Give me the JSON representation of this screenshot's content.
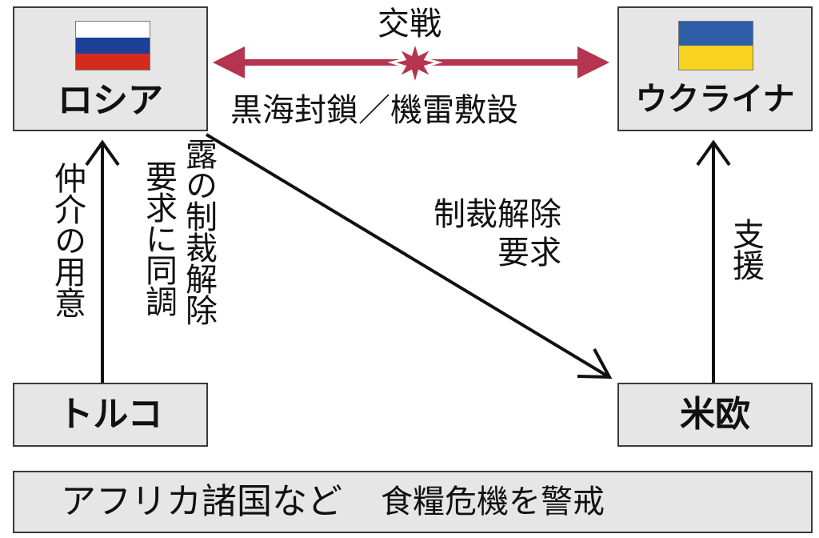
{
  "nodes": {
    "russia": {
      "label": "ロシア"
    },
    "ukraine": {
      "label": "ウクライナ"
    },
    "turkey": {
      "label": "トルコ"
    },
    "us_europe": {
      "label": "米欧"
    }
  },
  "edges": {
    "combat": {
      "label": "交戦"
    },
    "blockade": {
      "label": "黒海封鎖／機雷敷設"
    },
    "sanctions_demand": {
      "line1": "制裁解除",
      "line2": "要求"
    },
    "support": {
      "label": "支援"
    },
    "mediation": {
      "label": "仲介の用意"
    },
    "sympathy": {
      "line1": "露の制裁解除",
      "line2": "要求に同調"
    }
  },
  "footer": {
    "left": "アフリカ諸国など",
    "right": "食糧危機を警戒"
  },
  "colors": {
    "box_fill": "#e6e6e6",
    "conflict_arrow": "#b5344f",
    "russia_flag": [
      "#ffffff",
      "#1c3f99",
      "#d52b1e"
    ],
    "ukraine_flag": [
      "#2f5ea8",
      "#f7d21e"
    ]
  }
}
